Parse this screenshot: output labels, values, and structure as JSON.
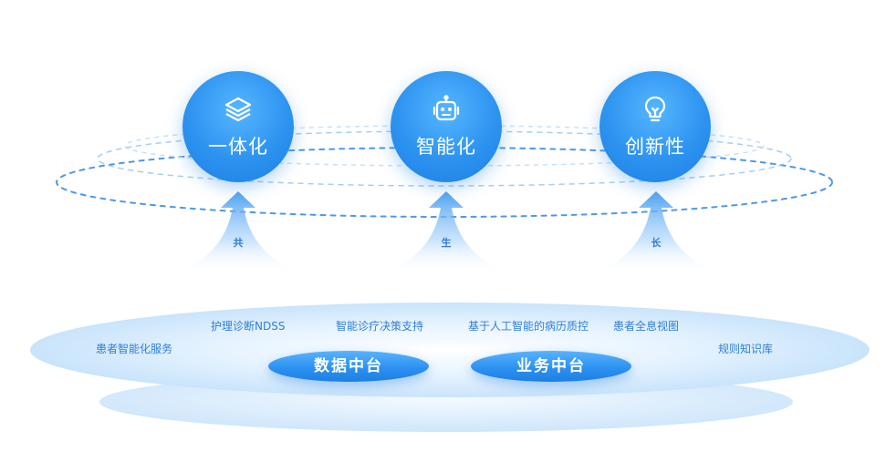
{
  "capabilities": [
    {
      "label": "一体化",
      "icon": "layers-icon"
    },
    {
      "label": "智能化",
      "icon": "robot-icon"
    },
    {
      "label": "创新性",
      "icon": "lightbulb-icon"
    }
  ],
  "growth_chars": [
    "共",
    "生",
    "长"
  ],
  "platforms": [
    "数据中台",
    "业务中台"
  ],
  "services": [
    "患者智能化服务",
    "护理诊断NDSS",
    "智能诊疗决策支持",
    "基于人工智能的病历质控",
    "患者全息视图",
    "规则知识库"
  ],
  "colors": {
    "primary": "#2a8ff0",
    "text": "#2f7fd6",
    "platform": "#dff0ff"
  }
}
